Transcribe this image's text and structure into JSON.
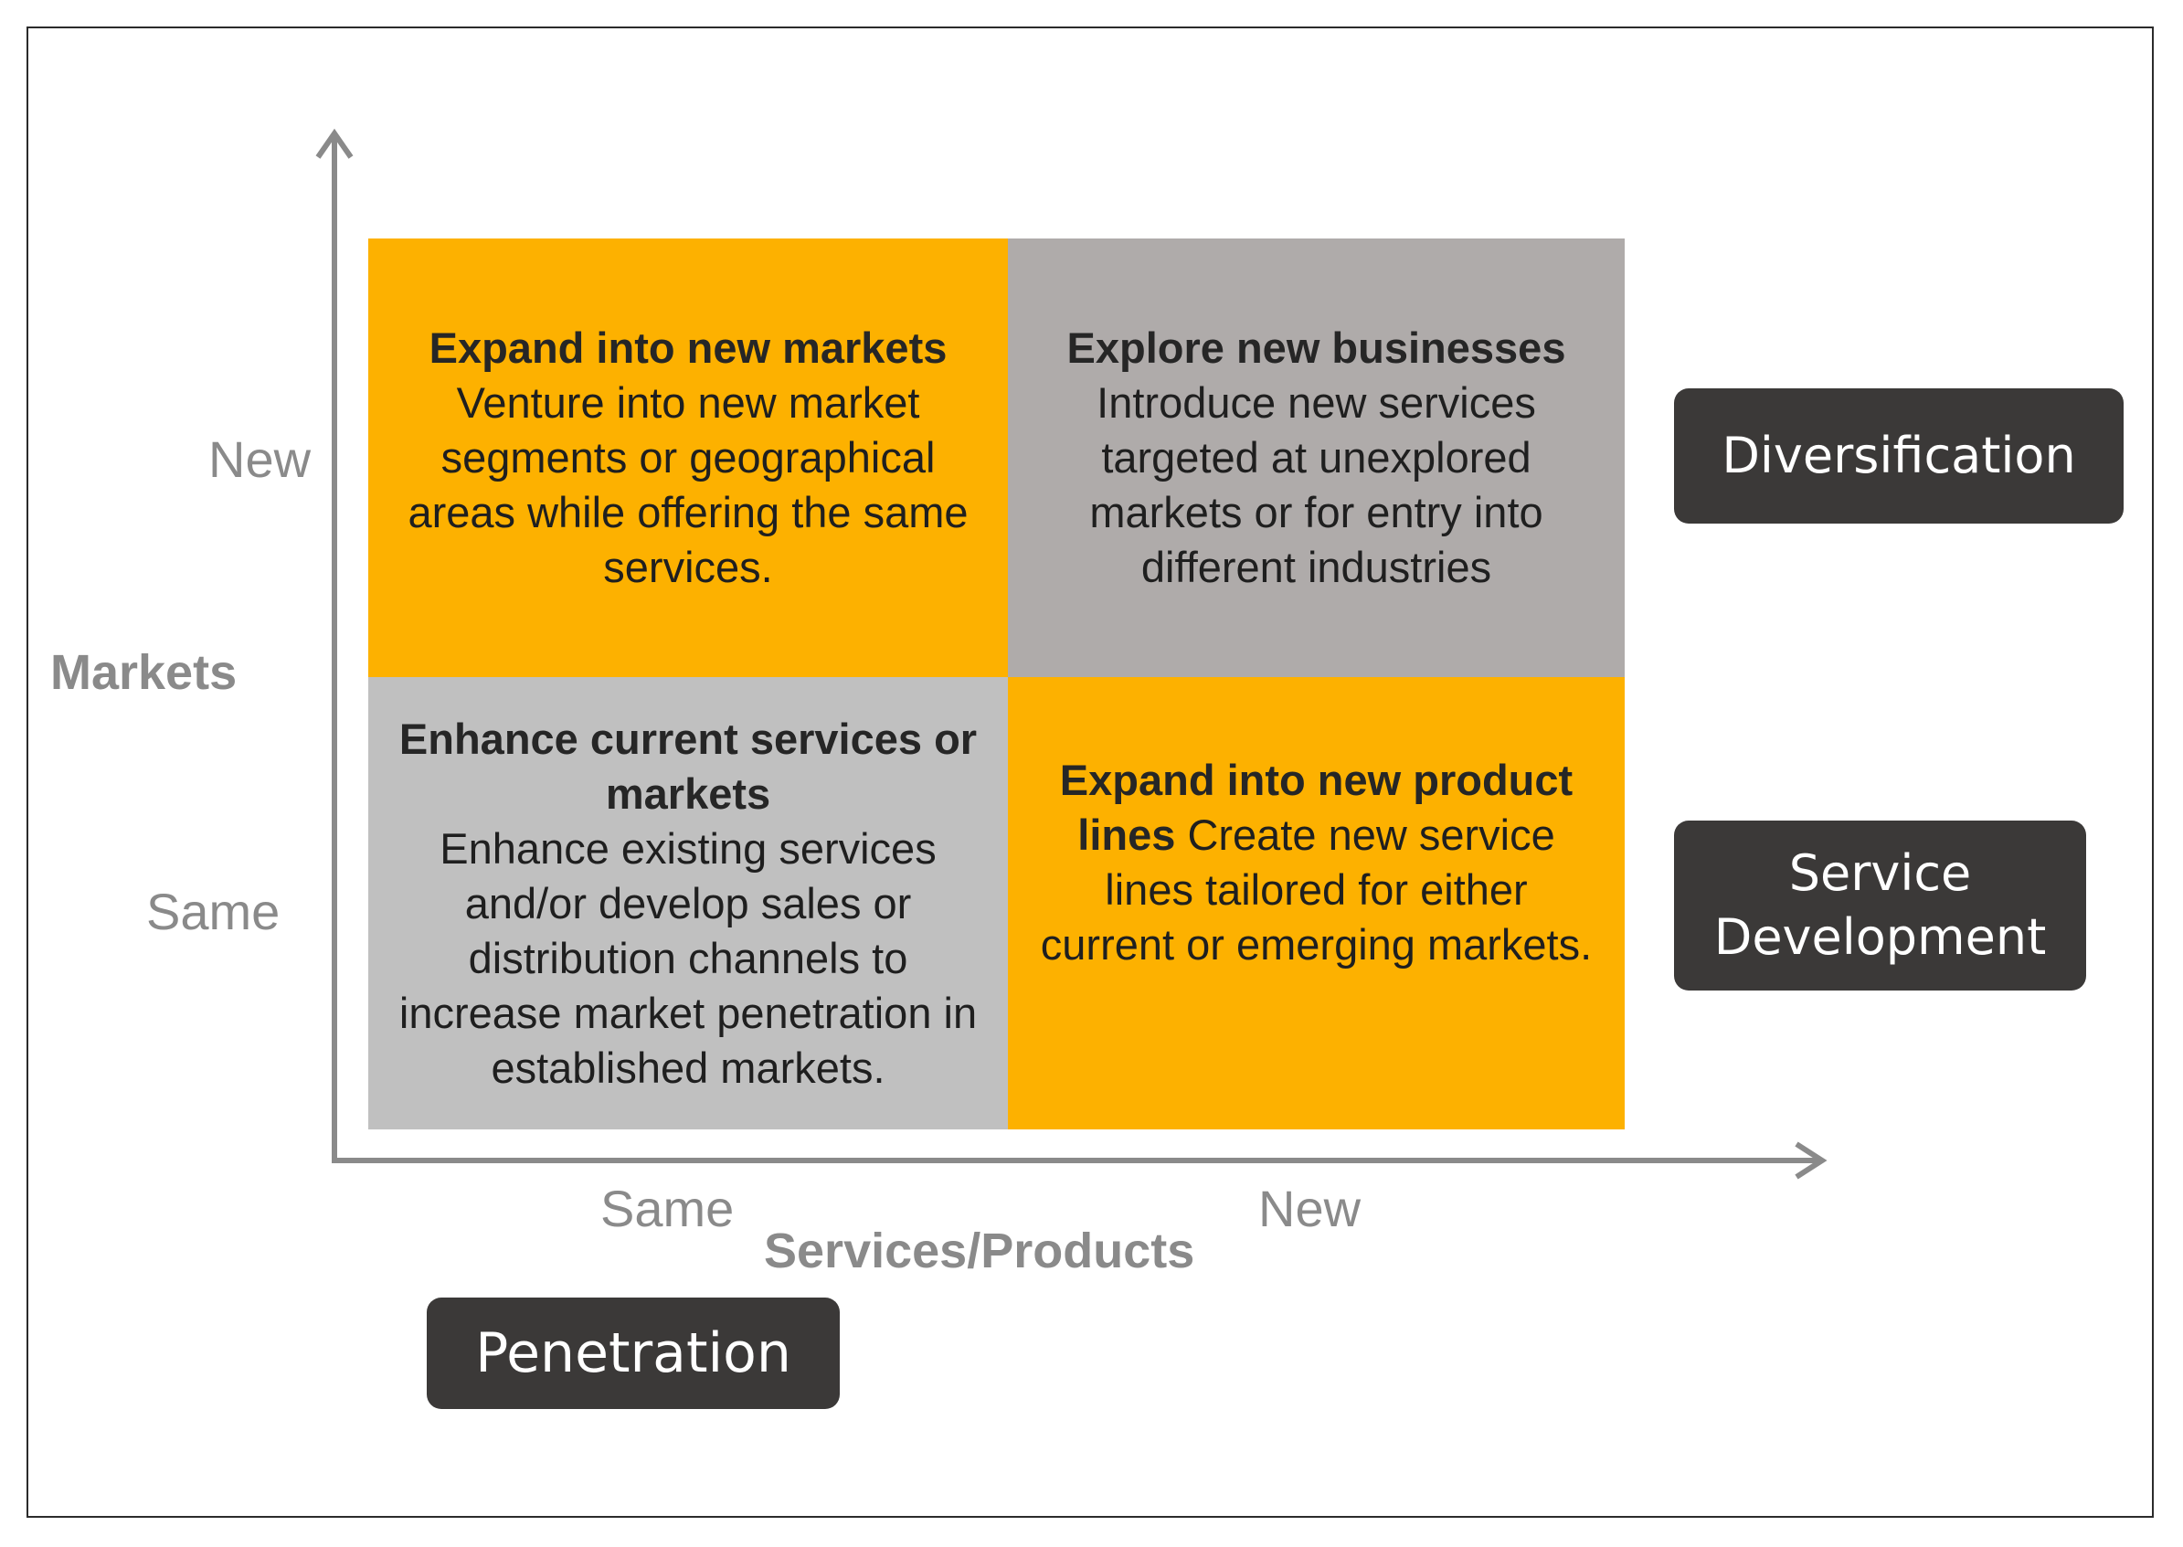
{
  "quadrants": {
    "top_left": {
      "title": "Expand into new markets",
      "text": "Venture into new market segments or geographical areas while offering the same services."
    },
    "top_right": {
      "title": "Explore new businesses",
      "text": "Introduce new services  targeted at unexplored markets or for entry into different industries"
    },
    "bottom_left": {
      "title": "Enhance current services or markets",
      "text": "Enhance existing services and/or develop sales or distribution channels to increase market penetration in established markets."
    },
    "bottom_right": {
      "title": "Expand into new product lines",
      "text": "Create new service lines tailored for either current or emerging markets."
    }
  },
  "y_axis": {
    "title": "Markets",
    "ticks": [
      "New",
      "Same"
    ]
  },
  "x_axis": {
    "title": "Services/Products",
    "ticks": [
      "Same",
      "New"
    ]
  },
  "strategy_labels": {
    "diversification": "Diversification",
    "service_development": "Service Development",
    "penetration": "Penetration"
  },
  "colors": {
    "orange": "#fdb100",
    "gray_dark": "#afabaa",
    "gray_light": "#c0c0c0",
    "label_bg": "#3b3938",
    "axis": "#8a8a8a"
  }
}
